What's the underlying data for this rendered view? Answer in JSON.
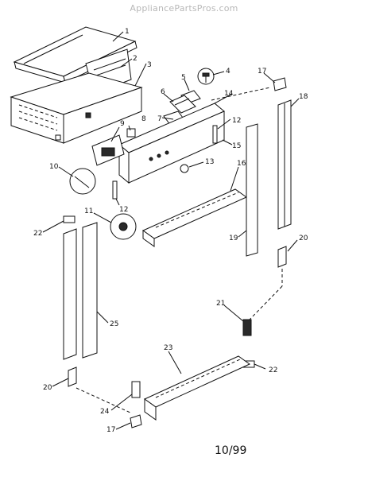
{
  "watermark": "AppliancePartsPros.com",
  "footer": {
    "date_code": "10/99"
  },
  "callouts": [
    "1",
    "2",
    "3",
    "4",
    "5",
    "6",
    "7",
    "8",
    "9",
    "10",
    "11",
    "12",
    "12",
    "13",
    "14",
    "15",
    "16",
    "17",
    "17",
    "18",
    "19",
    "20",
    "20",
    "21",
    "22",
    "22",
    "23",
    "24",
    "25"
  ]
}
